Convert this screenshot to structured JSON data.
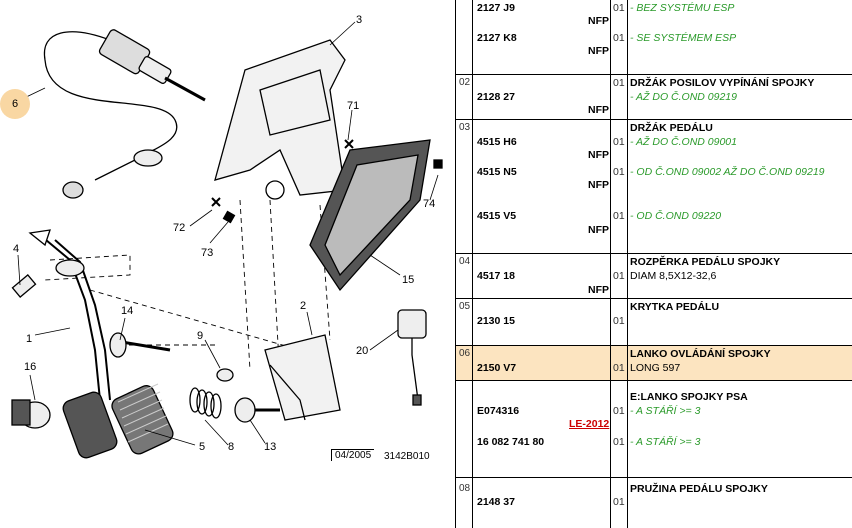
{
  "diagram": {
    "callouts": [
      "1",
      "2",
      "3",
      "4",
      "5",
      "6",
      "8",
      "9",
      "13",
      "14",
      "15",
      "16",
      "20",
      "71",
      "72",
      "73",
      "74"
    ],
    "highlighted_callout": "6",
    "date_stamp": "04/2005",
    "drawing_code": "3142B010"
  },
  "table": {
    "rows": [
      {
        "pos": "",
        "ref": "2127 J9",
        "nfp": "NFP",
        "qty": "01",
        "variant": "- BEZ SYSTÉMU ESP"
      },
      {
        "pos": "",
        "ref": "2127 K8",
        "nfp": "NFP",
        "qty": "01",
        "variant": "- SE SYSTÉMEM ESP"
      },
      {
        "pos": "02",
        "ref": "2128 27",
        "nfp": "NFP",
        "qty": "01",
        "title": "DRŽÁK POSILOV VYPÍNÁNÍ SPOJKY",
        "variant": "- AŽ DO Č.OND 09219"
      },
      {
        "pos": "03",
        "ref": "4515 H6",
        "nfp": "NFP",
        "qty": "01",
        "title": "DRŽÁK PEDÁLU",
        "variant": "- AŽ DO Č.OND 09001"
      },
      {
        "pos": "",
        "ref": "4515 N5",
        "nfp": "NFP",
        "qty": "01",
        "variant": "- OD Č.OND 09002 AŽ DO Č.OND 09219"
      },
      {
        "pos": "",
        "ref": "4515 V5",
        "nfp": "NFP",
        "qty": "01",
        "variant": "- OD Č.OND 09220"
      },
      {
        "pos": "04",
        "ref": "4517 18",
        "nfp": "NFP",
        "qty": "01",
        "title": "ROZPĚRKA PEDÁLU SPOJKY",
        "detail": "DIAM 8,5X12-32,6"
      },
      {
        "pos": "05",
        "ref": "2130 15",
        "qty": "01",
        "title": "KRYTKA PEDÁLU"
      },
      {
        "pos": "06",
        "ref": "2150 V7",
        "qty": "01",
        "title": "LANKO OVLÁDÁNÍ SPOJKY",
        "detail": "LONG 597"
      },
      {
        "pos": "",
        "ref": "E074316",
        "qty": "01",
        "title": "E:LANKO SPOJKY PSA",
        "variant": "- A STÁŘÍ >= 3"
      },
      {
        "pos": "",
        "ref": "16 082 741 80",
        "le": "LE-2012",
        "qty": "01",
        "variant": "- A STÁŘÍ >= 3"
      },
      {
        "pos": "08",
        "ref": "2148 37",
        "qty": "01",
        "title": "PRUŽINA PEDÁLU SPOJKY"
      }
    ]
  }
}
